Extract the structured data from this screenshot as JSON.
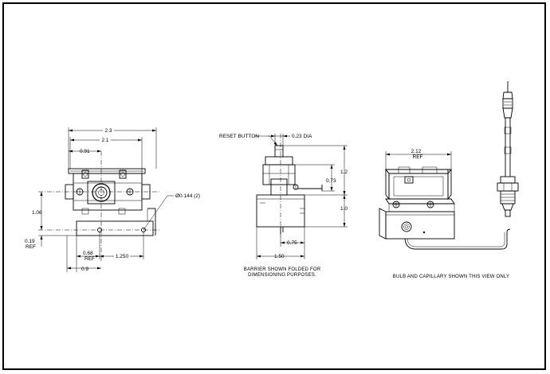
{
  "front_view": {
    "dim_overall_width": "2.3",
    "dim_inner_width": "2.1",
    "dim_hole_offset": "0.91",
    "dim_height": "1.06",
    "dim_mount_hole": "Ø0.144 (2)",
    "dim_bottom_offset": "0.19",
    "dim_bottom_offset_ref": "REF",
    "dim_hole_x": "0.68",
    "dim_hole_x_ref": "REF",
    "dim_hole_spacing": "1.250",
    "dim_base_width": "0.9"
  },
  "side_view": {
    "reset_label": "RESET BUTTON",
    "reset_dia": "0.23 DIA",
    "dim_top_height": "1.2",
    "dim_mid_height": "0.73",
    "dim_lower_height": "1.0",
    "dim_half_width": "0.75",
    "dim_full_width": "1.50",
    "note_line1": "BARRIER SHOWN FOLDED FOR",
    "note_line2": "DIMENSIONING PURPOSES."
  },
  "iso_view": {
    "dim_width": "2.12",
    "dim_width_ref": "REF",
    "note": "BULB AND CAPILLARY SHOWN THIS VIEW ONLY"
  }
}
